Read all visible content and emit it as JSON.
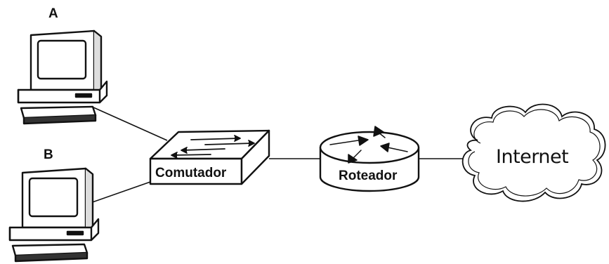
{
  "nodes": {
    "computer_a": {
      "label": "A"
    },
    "computer_b": {
      "label": "B"
    },
    "switch": {
      "label": "Comutador"
    },
    "router": {
      "label": "Roteador"
    },
    "internet": {
      "label": "Internet"
    }
  }
}
